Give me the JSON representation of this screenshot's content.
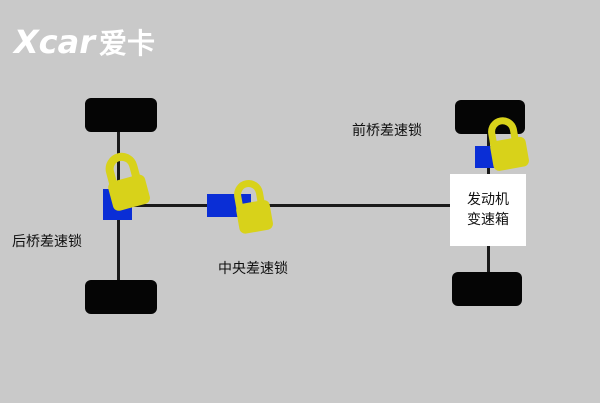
{
  "logo": {
    "latin": "Xcar",
    "chinese": "爱卡"
  },
  "labels": {
    "front_lock": "前桥差速锁",
    "rear_lock": "后桥差速锁",
    "center_lock": "中央差速锁"
  },
  "engine_box": {
    "line1": "发动机",
    "line2": "变速箱"
  },
  "colors": {
    "background": "#c9c9c9",
    "differential": "#0a2ed6",
    "lock": "#d8d21a",
    "wheel": "#050505"
  }
}
